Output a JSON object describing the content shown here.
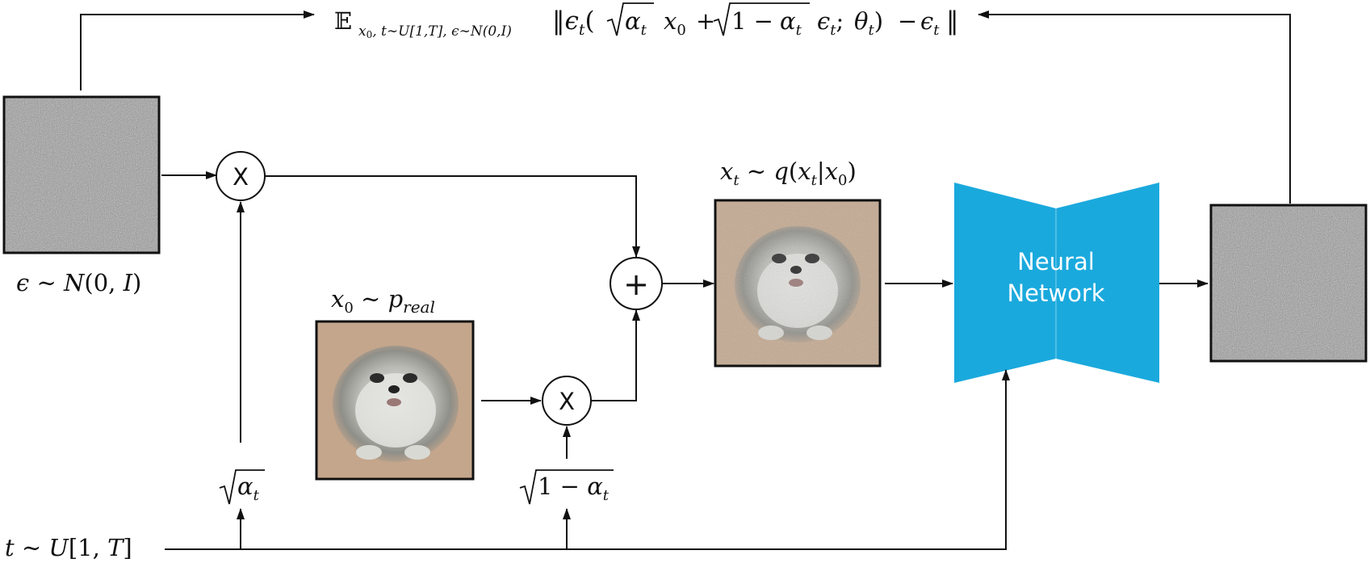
{
  "loss": {
    "E": "𝔼",
    "sub_x": "x",
    "sub_x0": "0",
    "sub_t": ", t∼U[1,T], ϵ∼N(0,I)",
    "open_norm": "‖",
    "eps": "ϵ",
    "t": "t",
    "paren_open": "(",
    "alpha": "α",
    "x": "x",
    "zero": "0",
    "plus": "+",
    "one_minus": "1 −",
    "semi": ";",
    "theta": "θ",
    "paren_close": ")",
    "minus": "−",
    "close_norm": "‖"
  },
  "noise_label": {
    "eps": "ϵ",
    "rest": " ∼ ",
    "N": "N",
    "args": "(0, ",
    "I": "I",
    "close": ")"
  },
  "real_label": {
    "x": "x",
    "sub0": "0",
    "sim": " ∼ ",
    "p": "p",
    "sub": "real"
  },
  "xt_label": {
    "x": "x",
    "sub_t": "t",
    "sim": " ∼ ",
    "q": "q",
    "open": "(",
    "x2": "x",
    "sub_t2": "t",
    "bar": "|",
    "x3": "x",
    "sub_0": "0",
    "close": ")"
  },
  "t_label": {
    "t": "t",
    "sim": " ∼ ",
    "U": "U",
    "open": "[1, ",
    "T": "T",
    "close": "]"
  },
  "sqrt_alpha": {
    "alpha": "α",
    "sub": "t"
  },
  "sqrt_one_minus": {
    "one_minus": "1 − ",
    "alpha": "α",
    "sub": "t"
  },
  "multiply_symbol": "X",
  "add_symbol": "+",
  "network": {
    "line1": "Neural",
    "line2": "Network",
    "color": "#1aa9dd"
  }
}
